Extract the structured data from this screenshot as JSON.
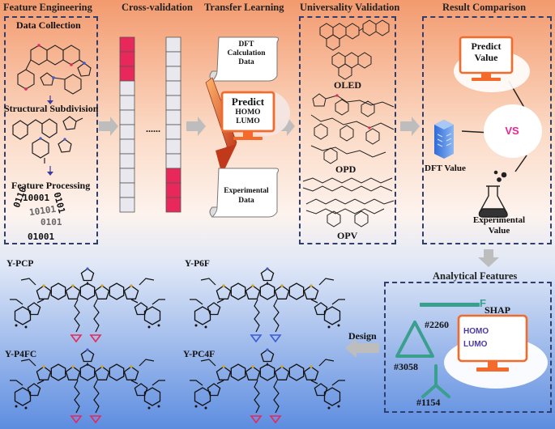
{
  "sections": {
    "feature_engineering": "Feature Engineering",
    "cross_validation": "Cross-validation",
    "transfer_learning": "Transfer Learning",
    "universality_validation": "Universality Validation",
    "result_comparison": "Result Comparison",
    "analytical_features": "Analytical Features"
  },
  "feature_engineering": {
    "data_collection": "Data Collection",
    "structural_subdivision": "Structural Subdivision",
    "feature_processing": "Feature Processing",
    "binary_lines": [
      "10001",
      "0101",
      "0110",
      "10101",
      "0101",
      "01001"
    ]
  },
  "cross_validation": {
    "ellipsis": "......"
  },
  "transfer_learning": {
    "dft_label": "DFT Calculation Data",
    "predict": "Predict",
    "homo": "HOMO",
    "lumo": "LUMO",
    "experimental_label": "Experimental Data"
  },
  "universality_validation": {
    "oled": "OLED",
    "opd": "OPD",
    "opv": "OPV"
  },
  "result_comparison": {
    "predict_value": "Predict Value",
    "vs": "VS",
    "dft_value": "DFT Value",
    "experimental_value": "Experimental Value"
  },
  "analytical_features": {
    "shap": "SHAP",
    "homo": "HOMO",
    "lumo": "LUMO",
    "feat_2260": "#2260",
    "feat_3058": "#3058",
    "feat_1154": "#1154",
    "f_symbol": "F"
  },
  "design": {
    "label": "Design"
  },
  "molecules": {
    "ypcp": "Y-PCP",
    "yp6f": "Y-P6F",
    "yp4fc": "Y-P4FC",
    "ypc4f": "Y-PC4F"
  },
  "colors": {
    "accent_red": "#e8285a",
    "monitor_orange": "#f36a2b",
    "dashed_border": "#2e3f6e",
    "shap_teal": "#3a9f8d"
  }
}
